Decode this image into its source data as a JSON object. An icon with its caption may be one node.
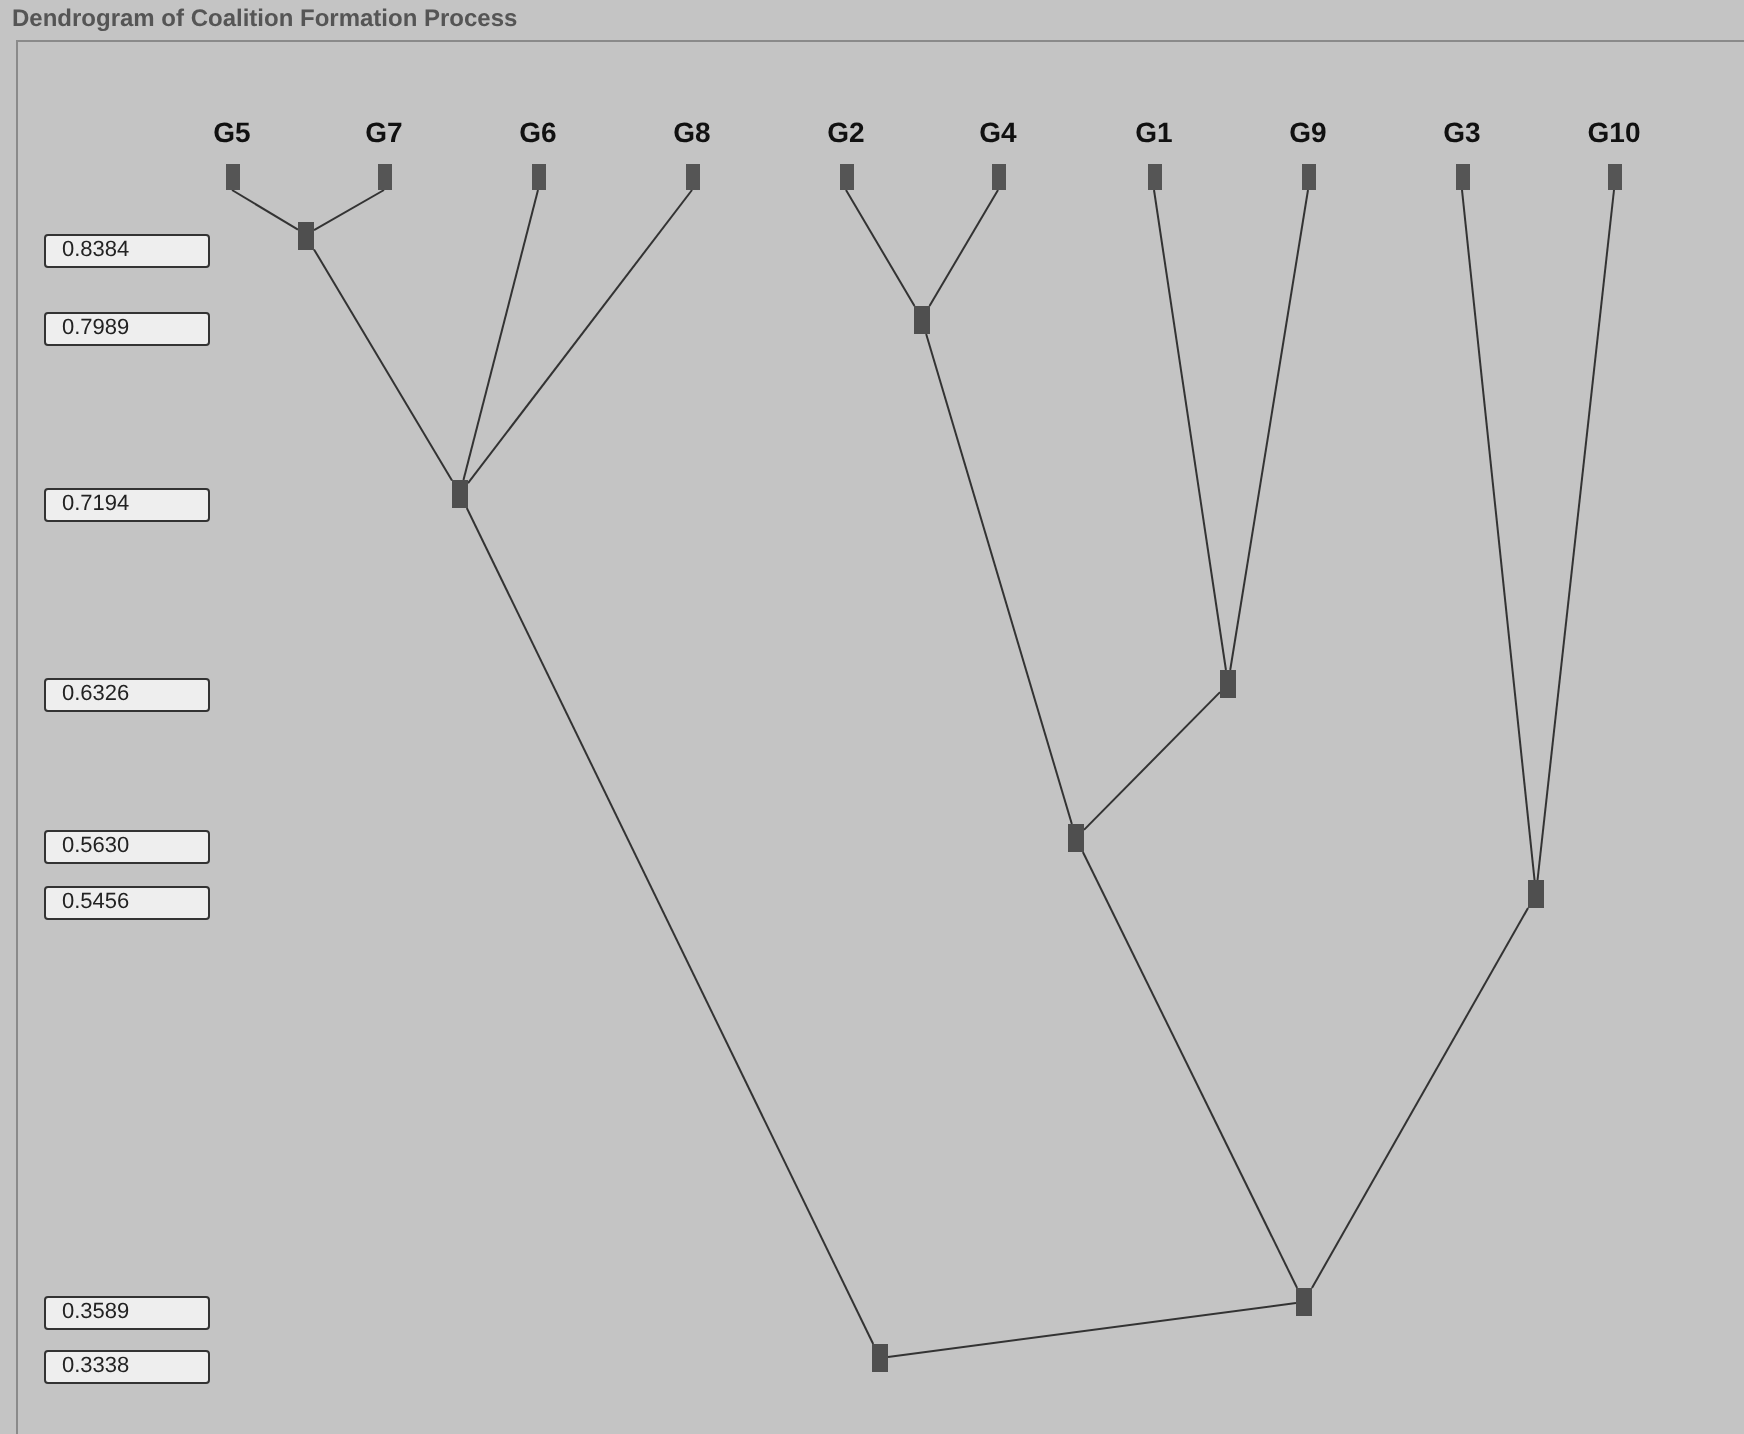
{
  "diagram": {
    "title": "Dendrogram of Coalition Formation Process",
    "nodes": [
      {
        "text": [
          "G5"
        ]
      },
      {
        "text": [
          "G7"
        ]
      },
      {
        "text": [
          "G6"
        ]
      },
      {
        "text": [
          "G8"
        ]
      },
      {
        "text": [
          "G2"
        ]
      },
      {
        "text": [
          "G4"
        ]
      },
      {
        "text": [
          "G1"
        ]
      },
      {
        "text": [
          "G9"
        ]
      },
      {
        "text": [
          "G3"
        ]
      },
      {
        "text": [
          "G10"
        ]
      },
      {
        "text": [],
        "shape": "box"
      },
      {
        "text": [],
        "shape": "box"
      },
      {
        "text": [],
        "shape": "box"
      },
      {
        "text": [],
        "shape": "box"
      },
      {
        "text": [],
        "shape": "box"
      },
      {
        "text": [],
        "shape": "box"
      },
      {
        "text": [],
        "shape": "box"
      },
      {
        "text": [],
        "shape": "box"
      }
    ],
    "edges": [
      {
        "from": 0,
        "to": 10,
        "arrow": "none"
      },
      {
        "from": 1,
        "to": 10,
        "arrow": "none"
      },
      {
        "from": 10,
        "to": 12,
        "arrow": "none"
      },
      {
        "from": 2,
        "to": 12,
        "arrow": "none"
      },
      {
        "from": 3,
        "to": 12,
        "arrow": "none"
      },
      {
        "from": 4,
        "to": 11,
        "arrow": "none"
      },
      {
        "from": 5,
        "to": 11,
        "arrow": "none"
      },
      {
        "from": 11,
        "to": 14,
        "arrow": "none"
      },
      {
        "from": 6,
        "to": 13,
        "arrow": "none"
      },
      {
        "from": 7,
        "to": 13,
        "arrow": "none"
      },
      {
        "from": 13,
        "to": 14,
        "arrow": "none"
      },
      {
        "from": 8,
        "to": 15,
        "arrow": "none"
      },
      {
        "from": 9,
        "to": 15,
        "arrow": "none"
      },
      {
        "from": 14,
        "to": 16,
        "arrow": "none"
      },
      {
        "from": 15,
        "to": 16,
        "arrow": "none"
      },
      {
        "from": 12,
        "to": 17,
        "arrow": "none"
      },
      {
        "from": 16,
        "to": 17,
        "arrow": "none"
      }
    ],
    "labels": [
      "0.8384",
      "0.7989",
      "0.7194",
      "0.6326",
      "0.5630",
      "0.5456",
      "0.3589",
      "0.3338"
    ]
  }
}
